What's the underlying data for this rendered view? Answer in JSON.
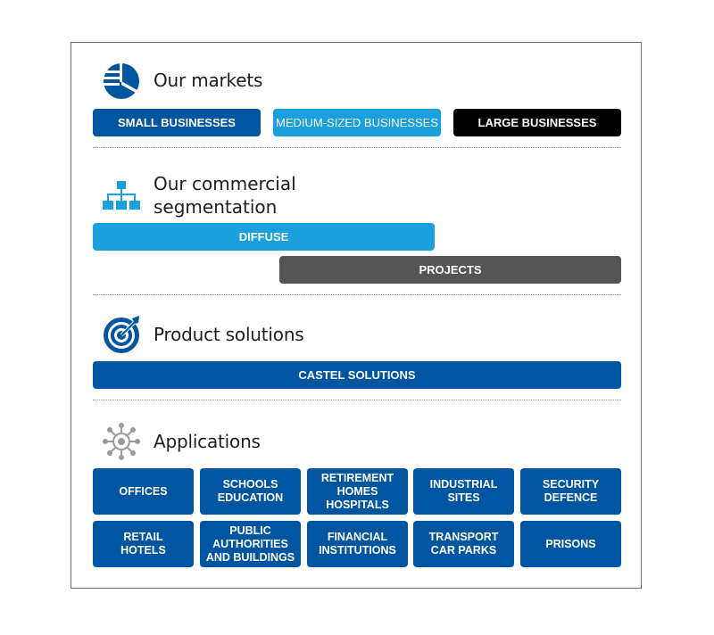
{
  "colors": {
    "dark_blue": "#0055a0",
    "light_blue": "#1a9fdf",
    "black": "#000000",
    "grey": "#555555"
  },
  "markets": {
    "icon": "pie-chart-icon",
    "title": "Our markets",
    "items": [
      "SMALL BUSINESSES",
      "MEDIUM-SIZED BUSINESSES",
      "LARGE BUSINESSES"
    ]
  },
  "segmentation": {
    "icon": "org-chart-icon",
    "title_line1": "Our commercial",
    "title_line2": "segmentation",
    "diffuse": "DIFFUSE",
    "projects": "PROJECTS"
  },
  "products": {
    "icon": "target-icon",
    "title": "Product solutions",
    "castel": "CASTEL SOLUTIONS"
  },
  "applications": {
    "icon": "network-gear-icon",
    "title": "Applications",
    "tiles": [
      [
        "OFFICES"
      ],
      [
        "SCHOOLS",
        "EDUCATION"
      ],
      [
        "RETIREMENT",
        "HOMES",
        "HOSPITALS"
      ],
      [
        "INDUSTRIAL",
        "SITES"
      ],
      [
        "SECURITY",
        "DEFENCE"
      ],
      [
        "RETAIL",
        "HOTELS"
      ],
      [
        "PUBLIC",
        "AUTHORITIES",
        "AND BUILDINGS"
      ],
      [
        "FINANCIAL",
        "INSTITUTIONS"
      ],
      [
        "TRANSPORT",
        "CAR PARKS"
      ],
      [
        "PRISONS"
      ]
    ]
  }
}
